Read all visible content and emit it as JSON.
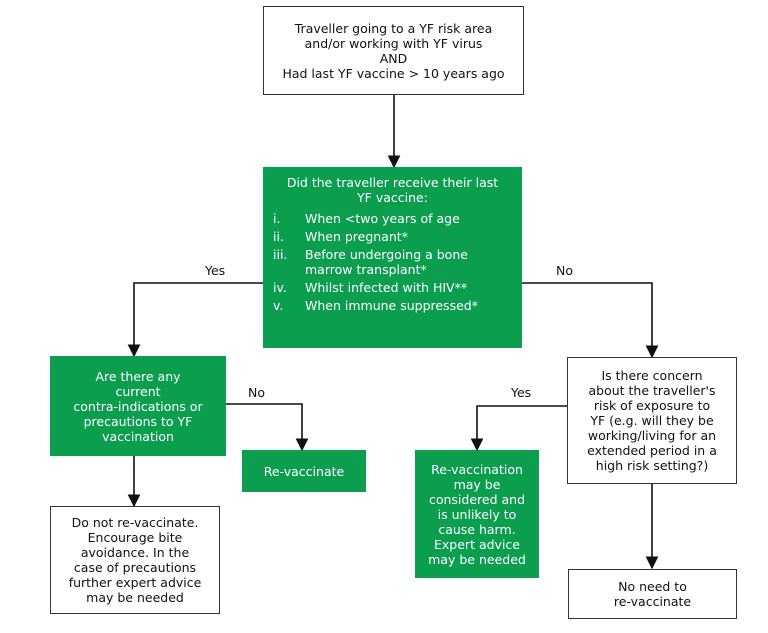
{
  "start": {
    "lines": [
      "Traveller going to a YF risk area",
      "and/or working with YF virus",
      "AND",
      "Had last YF vaccine > 10 years ago"
    ]
  },
  "question1": {
    "heading_lines": [
      "Did the traveller receive their last",
      "YF vaccine:"
    ],
    "items": [
      {
        "num": "i.",
        "text": "When <two years of age"
      },
      {
        "num": "ii.",
        "text": "When pregnant*"
      },
      {
        "num": "iii.",
        "text": "Before undergoing a bone marrow transplant*"
      },
      {
        "num": "iv.",
        "text": "Whilst infected with HIV**"
      },
      {
        "num": "v.",
        "text": "When immune suppressed*"
      }
    ]
  },
  "labels": {
    "yes_left": "Yes",
    "no_right": "No",
    "no_left": "No",
    "yes_right": "Yes"
  },
  "question2": {
    "lines": [
      "Are there any",
      "current",
      "contra-indications or",
      "precautions to YF",
      "vaccination"
    ]
  },
  "revaccinate": {
    "label": "Re-vaccinate"
  },
  "do_not": {
    "lines": [
      "Do not re-vaccinate.",
      "Encourage bite",
      "avoidance. In the",
      "case of precautions",
      "further expert advice",
      "may be needed"
    ]
  },
  "question3": {
    "lines": [
      "Is there concern",
      "about the traveller's",
      "risk of exposure to",
      "YF (e.g. will they be",
      "working/living for an",
      "extended period in a",
      "high risk setting?)"
    ]
  },
  "may_be": {
    "lines": [
      "Re-vaccination",
      "may be",
      "considered and",
      "is unlikely to",
      "cause harm.",
      "Expert advice",
      "may be needed"
    ]
  },
  "no_need": {
    "lines": [
      "No need to",
      "re-vaccinate"
    ]
  },
  "colors": {
    "green": "#0b9e4e",
    "line": "#111111"
  }
}
